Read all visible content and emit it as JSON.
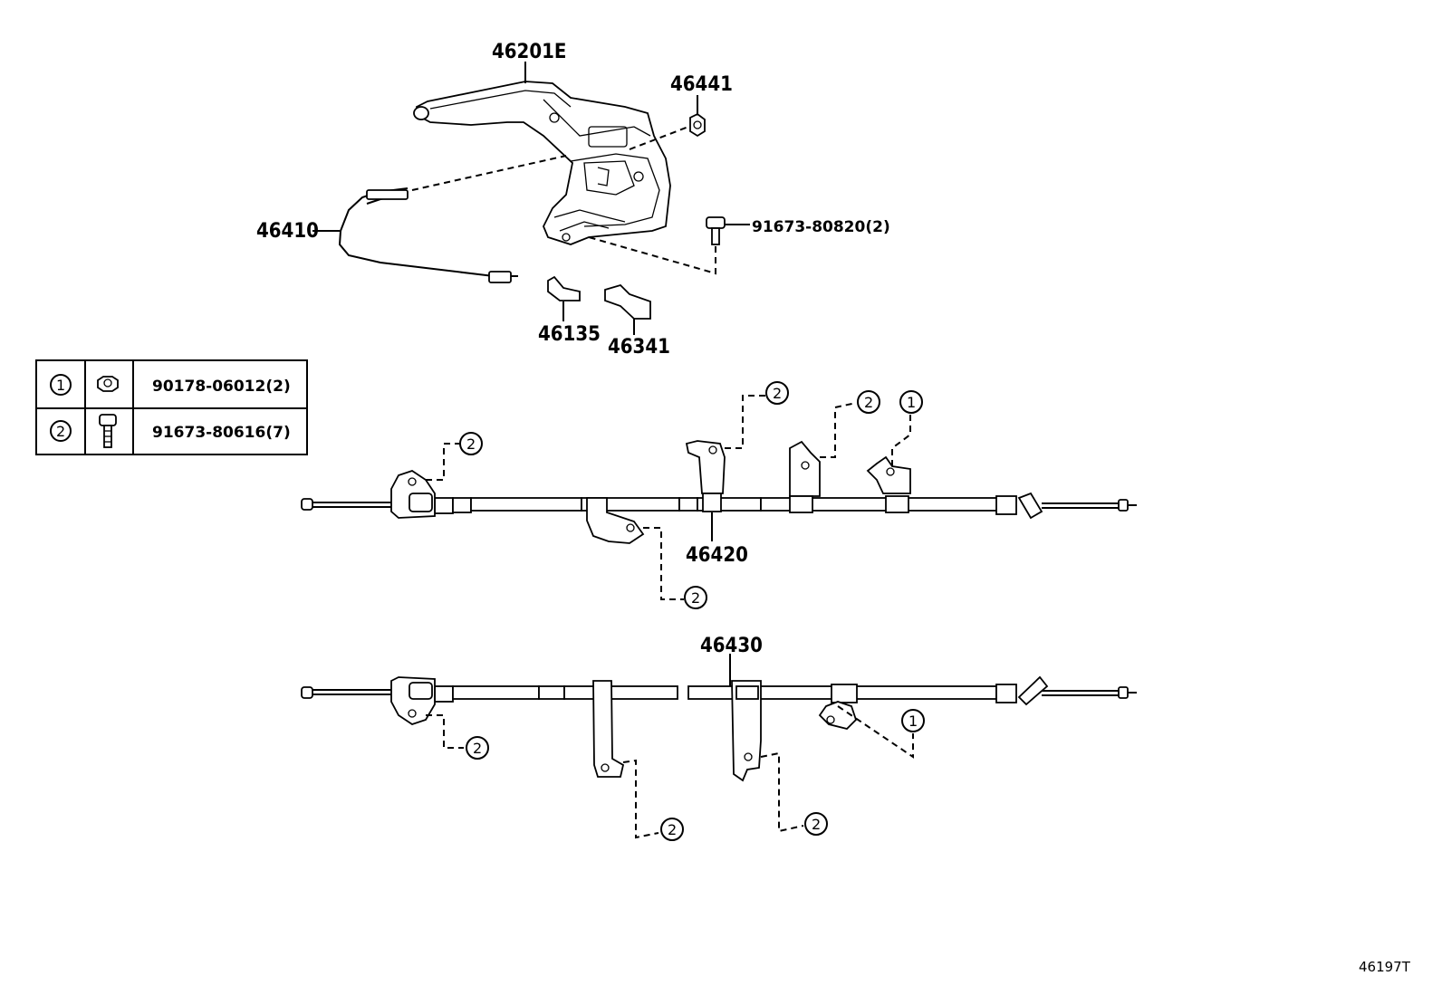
{
  "labels": {
    "lever": "46201E",
    "nut": "46441",
    "cable_lever": "46410",
    "bolt_lever": "91673-80820(2)",
    "clip_a": "46135",
    "clip_b": "46341",
    "cable_rh": "46420",
    "cable_lh": "46430"
  },
  "legend": {
    "rows": [
      {
        "ref": "1",
        "icon": "nut-icon",
        "part": "90178-06012(2)"
      },
      {
        "ref": "2",
        "icon": "bolt-icon",
        "part": "91673-80616(7)"
      }
    ]
  },
  "callouts": {
    "ref1": "1",
    "ref2": "2"
  },
  "caption": "46197T"
}
